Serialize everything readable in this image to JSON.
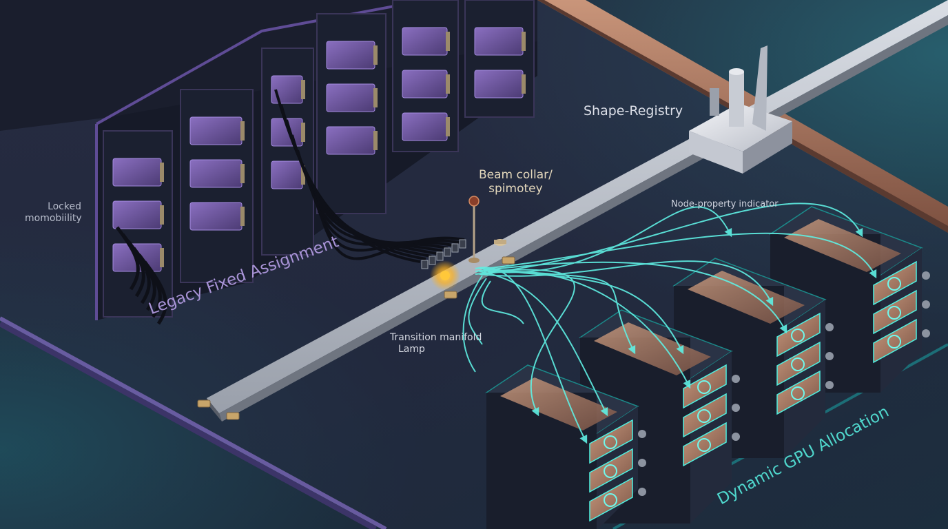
{
  "labels": {
    "locked_line1": "Locked",
    "locked_line2": "momobiility",
    "legacy": "Legacy Fixed Assignment",
    "beam_line1": "Beam collar/",
    "beam_line2": "spimotey",
    "shape_registry": "Shape-Registry",
    "node_property": "Node-property indicator",
    "transition_line1": "Transition manifold",
    "transition_line2": "Lamp",
    "dynamic": "Dynamic GPU Allocation"
  },
  "colors": {
    "background": "#1d2234",
    "legacy_accent": "#8a6fc4",
    "dynamic_accent": "#3fd8cf",
    "copper_rail": "#b07a5e",
    "lamp": "#ffb21e"
  }
}
